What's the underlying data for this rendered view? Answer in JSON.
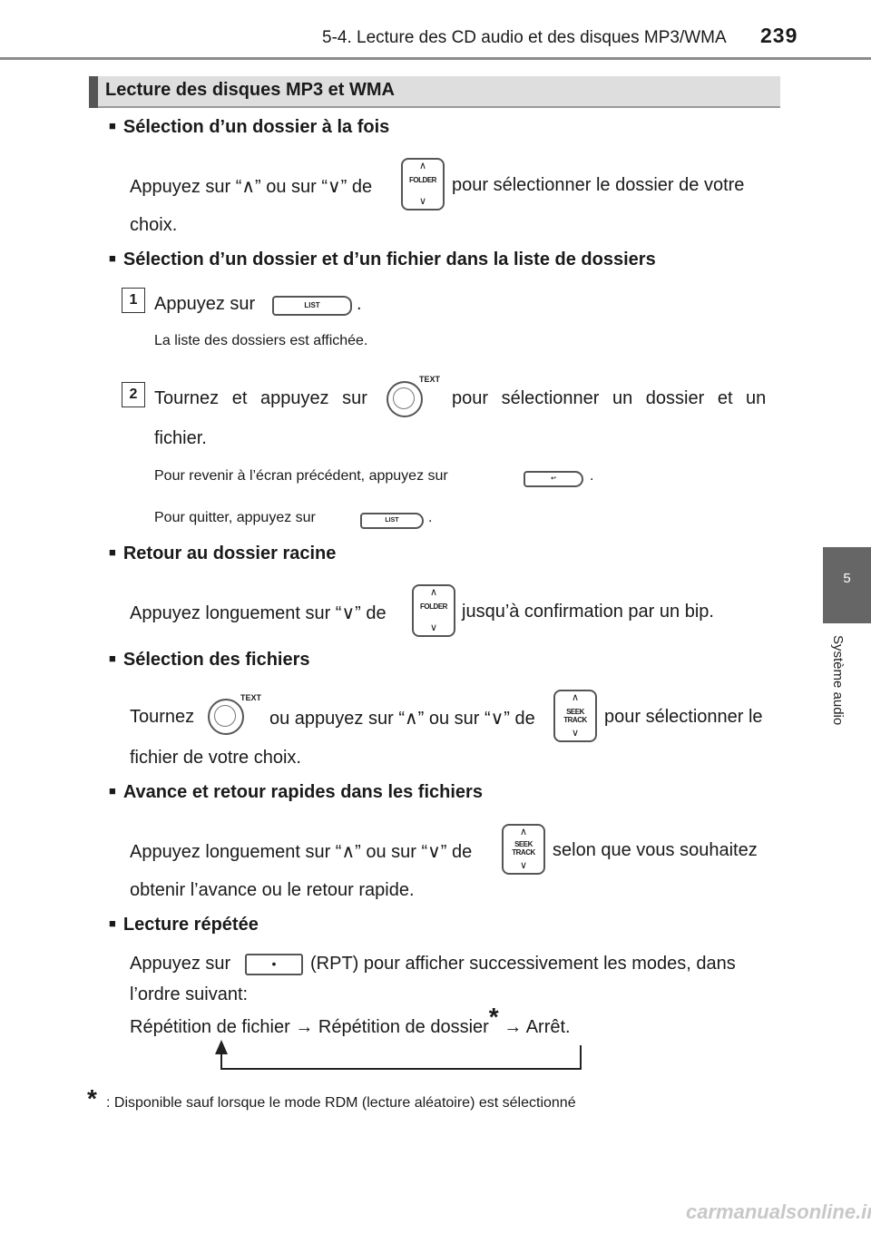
{
  "header": {
    "section": "5-4. Lecture des CD audio et des disques MP3/WMA",
    "page_number": "239"
  },
  "side_tab": {
    "chapter_number": "5",
    "chapter_title": "Système audio"
  },
  "banner": {
    "title": "Lecture des disques MP3 et WMA"
  },
  "folder_select": {
    "heading": "Sélection d’un dossier à la fois",
    "text_a": "Appuyez sur “∧” ou sur “∨” de",
    "text_b": "pour sélectionner le dossier de votre",
    "text_c": "choix."
  },
  "folder_list": {
    "heading": "Sélection d’un dossier et d’un fichier dans la liste de dossiers",
    "step1": {
      "number": "1",
      "text_a": "Appuyez sur",
      "text_b": ".",
      "note": "La liste des dossiers est affichée."
    },
    "step2": {
      "number": "2",
      "text_a": "Tournez et appuyez sur",
      "text_b": "pour sélectionner un dossier et un",
      "text_c": "fichier.",
      "note_back_a": "Pour revenir à l’écran précédent, appuyez sur",
      "note_back_b": ".",
      "note_quit_a": "Pour quitter, appuyez sur",
      "note_quit_b": "."
    }
  },
  "root_folder": {
    "heading": "Retour au dossier racine",
    "text_a": "Appuyez longuement sur “∨” de",
    "text_b": "jusqu’à confirmation par un bip."
  },
  "file_select": {
    "heading": "Sélection des fichiers",
    "text_a": "Tournez",
    "text_b": "ou appuyez sur “∧” ou sur “∨” de",
    "text_c": "pour sélectionner le",
    "text_d": "fichier de votre choix."
  },
  "fast_forward": {
    "heading": "Avance et retour rapides dans les fichiers",
    "text_a": "Appuyez longuement sur “∧” ou sur “∨” de",
    "text_b": "selon que vous souhaitez",
    "text_c": "obtenir l’avance ou le retour rapide."
  },
  "repeat": {
    "heading": "Lecture répétée",
    "text_a": "Appuyez sur",
    "text_b": "(RPT) pour afficher successivement les modes, dans",
    "text_c": "l’ordre suivant:",
    "mode_file": "Répétition de fichier",
    "arrow": "→",
    "mode_folder": "Répétition de dossier",
    "star": "*",
    "mode_off": "Arrêt."
  },
  "footnote": {
    "star": "*",
    "text": ": Disponible sauf lorsque le mode RDM (lecture aléatoire) est sélectionné"
  },
  "controls": {
    "folder_label": "FOLDER",
    "list_label": "LIST",
    "text_label": "TEXT",
    "seek_label_1": "SEEK",
    "seek_label_2": "TRACK",
    "back_symbol": "↩",
    "up_symbol": "∧",
    "down_symbol": "∨",
    "rpt_symbol": "•"
  },
  "watermark": "carmanualsonline.info"
}
